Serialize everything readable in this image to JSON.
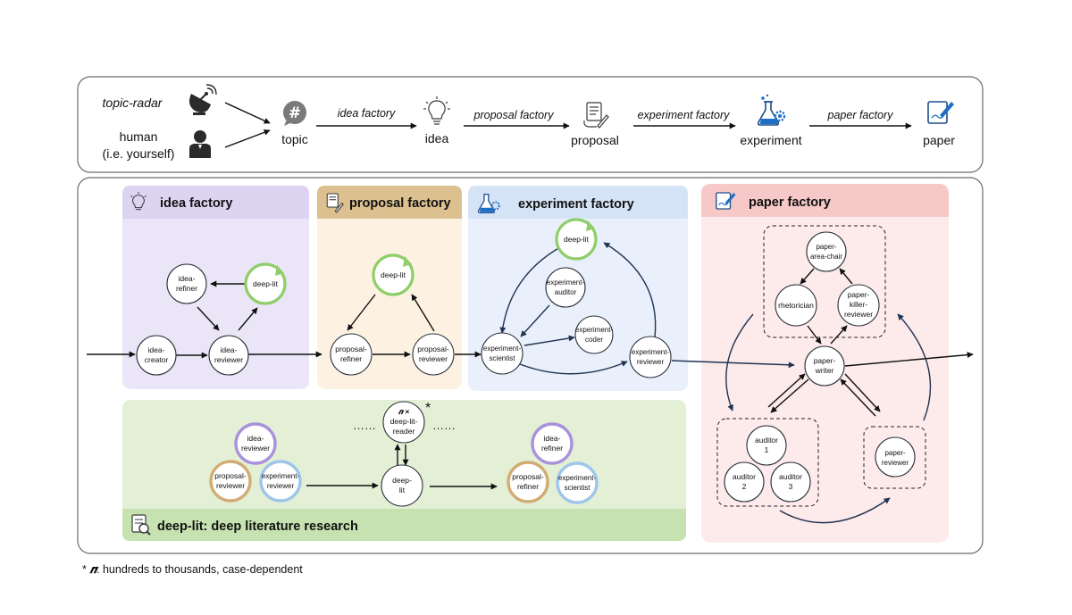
{
  "pipeline": {
    "inputs": {
      "topic_radar": "topic-radar",
      "human_line1": "human",
      "human_line2": "(i.e. yourself)"
    },
    "stages": [
      "topic",
      "idea",
      "proposal",
      "experiment",
      "paper"
    ],
    "edges": [
      "idea factory",
      "proposal factory",
      "experiment factory",
      "paper factory"
    ]
  },
  "idea_factory": {
    "title": "idea factory",
    "nodes": {
      "refiner": [
        "idea-",
        "refiner"
      ],
      "deeplit": [
        "deep-lit"
      ],
      "creator": [
        "idea-",
        "creator"
      ],
      "reviewer": [
        "idea-",
        "reviewer"
      ]
    }
  },
  "proposal_factory": {
    "title": "proposal factory",
    "nodes": {
      "deeplit": [
        "deep-lit"
      ],
      "refiner": [
        "proposal-",
        "refiner"
      ],
      "reviewer": [
        "proposal-",
        "reviewer"
      ]
    }
  },
  "experiment_factory": {
    "title": "experiment factory",
    "nodes": {
      "deeplit": [
        "deep-lit"
      ],
      "auditor": [
        "experiment-",
        "auditor"
      ],
      "coder": [
        "experiment-",
        "coder"
      ],
      "scientist": [
        "experiment-",
        "scientist"
      ],
      "reviewer": [
        "experiment-",
        "reviewer"
      ]
    }
  },
  "paper_factory": {
    "title": "paper factory",
    "nodes": {
      "area_chair": [
        "paper-",
        "area-chair"
      ],
      "rhetorician": [
        "rhetorician"
      ],
      "killer": [
        "paper-",
        "killer-",
        "reviewer"
      ],
      "writer": [
        "paper-",
        "writer"
      ],
      "auditor1": [
        "auditor",
        "1"
      ],
      "auditor2": [
        "auditor",
        "2"
      ],
      "auditor3": [
        "auditor",
        "3"
      ],
      "reviewer": [
        "paper-",
        "reviewer"
      ]
    }
  },
  "deep_lit": {
    "title": "deep-lit: deep literature research",
    "reader": {
      "multiplier": "𝒏 ×",
      "line2": "deep-lit-",
      "line3": "reader",
      "star": "*",
      "dots": "……"
    },
    "core": [
      "deep-",
      "lit"
    ],
    "left_nodes": {
      "idea_reviewer": [
        "idea-",
        "reviewer"
      ],
      "proposal_reviewer": [
        "proposal-",
        "reviewer"
      ],
      "experiment_reviewer": [
        "experiment-",
        "reviewer"
      ]
    },
    "right_nodes": {
      "idea_refiner": [
        "idea-",
        "refiner"
      ],
      "proposal_refiner": [
        "proposal-",
        "refiner"
      ],
      "experiment_scientist": [
        "experiment-",
        "scientist"
      ]
    }
  },
  "footnote": {
    "star": "* ",
    "n": "𝒏",
    "text": ": hundreds to thousands, case-dependent"
  },
  "colors": {
    "idea": "#eae6f7",
    "idea_header": "#dcd4f1",
    "proposal": "#fdf2e1",
    "proposal_header": "#dcc08f",
    "experiment": "#e9f0fb",
    "experiment_header": "#d5e3f6",
    "paper": "#fdeaea",
    "paper_header": "#f7c8c8",
    "deeplit": "#e3f0d6",
    "deeplit_header": "#c6e2b0",
    "ring_green": "#8fce6b",
    "ring_purple": "#a991dc",
    "ring_orange": "#d2ac74",
    "ring_blue": "#9fc6ea",
    "accent_blue": "#1e6fc4"
  }
}
